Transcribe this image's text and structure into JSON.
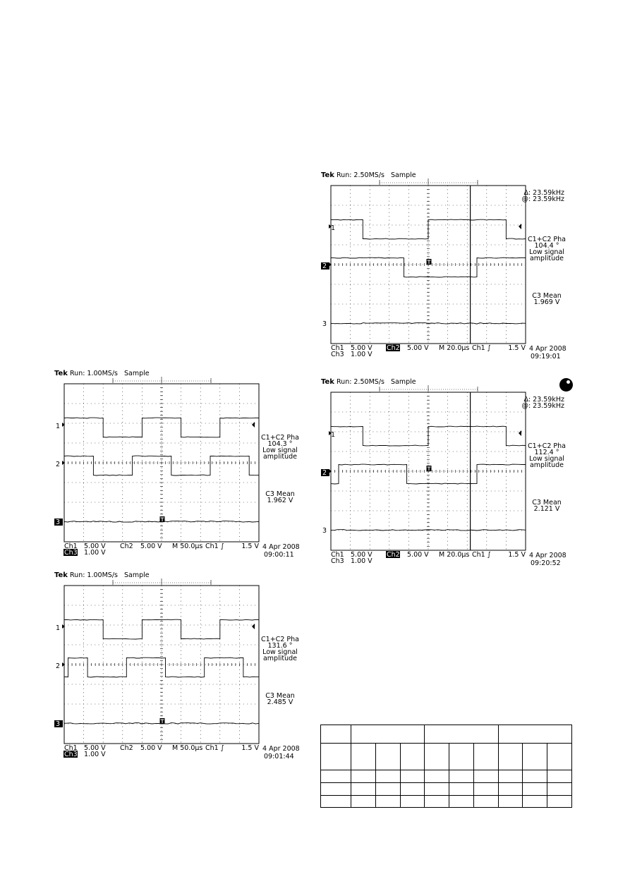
{
  "scopes": [
    {
      "id": "scope-09-19-01",
      "header": {
        "brand": "Tek",
        "run": "Run: 2.50MS/s",
        "mode": "Sample"
      },
      "trace1": [
        [
          0,
          0.35
        ],
        [
          0.164,
          0.35
        ],
        [
          0.164,
          -0.65
        ],
        [
          0.5,
          -0.65
        ],
        [
          0.5,
          0.35
        ],
        [
          0.9,
          0.35
        ],
        [
          0.9,
          -0.65
        ],
        [
          1,
          -0.65
        ]
      ],
      "trace2": [
        [
          0,
          0.35
        ],
        [
          0.375,
          0.35
        ],
        [
          0.375,
          -0.65
        ],
        [
          0.75,
          -0.65
        ],
        [
          0.75,
          0.35
        ],
        [
          1,
          0.35
        ]
      ],
      "trace3": [
        [
          0,
          -0.05
        ],
        [
          1,
          -0.05
        ]
      ],
      "side": {
        "l1": "Δ: 23.59kHz",
        "l2": "@: 23.59kHz",
        "l3": "C1+C2 Pha",
        "l4": "104.4 °",
        "l5": "Low signal",
        "l6": "amplitude",
        "l7": "C3 Mean",
        "l8": "1.969 V"
      },
      "footer": {
        "ch1": "Ch1",
        "ch1v": "5.00 V",
        "ch2": "Ch2",
        "ch2v": "5.00 V",
        "time": "M 20.0µs",
        "trig": "Ch1 ∫",
        "trigv": "1.5 V",
        "ch3": "Ch3",
        "ch3v": "1.00 V",
        "date": "4 Apr 2008",
        "clock": "09:19:01"
      },
      "ch2_inverted": true,
      "ch3_inverted": false,
      "markers": {
        "m1": "1",
        "m2": "2",
        "m3": "3"
      }
    },
    {
      "id": "scope-09-00-11",
      "header": {
        "brand": "Tek",
        "run": "Run: 1.00MS/s",
        "mode": "Sample"
      },
      "trace1": [
        [
          0,
          0.35
        ],
        [
          0.2,
          0.35
        ],
        [
          0.2,
          -0.65
        ],
        [
          0.4,
          -0.65
        ],
        [
          0.4,
          0.35
        ],
        [
          0.6,
          0.35
        ],
        [
          0.6,
          -0.65
        ],
        [
          0.8,
          -0.65
        ],
        [
          0.8,
          0.35
        ],
        [
          1,
          0.35
        ]
      ],
      "trace2": [
        [
          0,
          0.35
        ],
        [
          0.15,
          0.35
        ],
        [
          0.15,
          -0.65
        ],
        [
          0.35,
          -0.65
        ],
        [
          0.35,
          0.35
        ],
        [
          0.55,
          0.35
        ],
        [
          0.55,
          -0.65
        ],
        [
          0.75,
          -0.65
        ],
        [
          0.75,
          0.35
        ],
        [
          0.95,
          0.35
        ],
        [
          0.95,
          -0.65
        ],
        [
          1,
          -0.65
        ]
      ],
      "trace3": [
        [
          0,
          -0.05
        ],
        [
          1,
          -0.05
        ]
      ],
      "side": {
        "l1": "",
        "l2": "",
        "l3": "C1+C2 Pha",
        "l4": "104.3 °",
        "l5": "Low signal",
        "l6": "amplitude",
        "l7": "C3 Mean",
        "l8": "1.962 V"
      },
      "footer": {
        "ch1": "Ch1",
        "ch1v": "5.00 V",
        "ch2": "Ch2",
        "ch2v": "5.00 V",
        "time": "M 50.0µs",
        "trig": "Ch1 ∫",
        "trigv": "1.5 V",
        "ch3": "Ch3",
        "ch3v": "1.00 V",
        "date": "4 Apr 2008",
        "clock": "09:00:11"
      },
      "ch2_inverted": false,
      "ch3_inverted": true,
      "markers": {
        "m1": "1",
        "m2": "2",
        "m3": "3"
      }
    },
    {
      "id": "scope-09-20-52",
      "header": {
        "brand": "Tek",
        "run": "Run: 2.50MS/s",
        "mode": "Sample"
      },
      "trace1": [
        [
          0,
          0.35
        ],
        [
          0.164,
          0.35
        ],
        [
          0.164,
          -0.65
        ],
        [
          0.5,
          -0.65
        ],
        [
          0.5,
          0.35
        ],
        [
          0.9,
          0.35
        ],
        [
          0.9,
          -0.65
        ],
        [
          1,
          -0.65
        ]
      ],
      "trace2": [
        [
          0,
          -0.65
        ],
        [
          0.04,
          -0.65
        ],
        [
          0.04,
          0.35
        ],
        [
          0.39,
          0.35
        ],
        [
          0.39,
          -0.65
        ],
        [
          0.75,
          -0.65
        ],
        [
          0.75,
          0.35
        ],
        [
          1,
          0.35
        ]
      ],
      "trace3": [
        [
          0,
          -0.05
        ],
        [
          1,
          -0.05
        ]
      ],
      "side": {
        "l1": "Δ: 23.59kHz",
        "l2": "@: 23.59kHz",
        "l3": "C1+C2 Pha",
        "l4": "112.4 °",
        "l5": "Low signal",
        "l6": "amplitude",
        "l7": "C3 Mean",
        "l8": "2.121 V"
      },
      "footer": {
        "ch1": "Ch1",
        "ch1v": "5.00 V",
        "ch2": "Ch2",
        "ch2v": "5.00 V",
        "time": "M 20.0µs",
        "trig": "Ch1 ∫",
        "trigv": "1.5 V",
        "ch3": "Ch3",
        "ch3v": "1.00 V",
        "date": "4 Apr 2008",
        "clock": "09:20:52"
      },
      "ch2_inverted": true,
      "ch3_inverted": false,
      "markers": {
        "m1": "1",
        "m2": "2",
        "m3": "3"
      }
    },
    {
      "id": "scope-09-01-44",
      "header": {
        "brand": "Tek",
        "run": "Run: 1.00MS/s",
        "mode": "Sample"
      },
      "trace1": [
        [
          0,
          0.35
        ],
        [
          0.2,
          0.35
        ],
        [
          0.2,
          -0.65
        ],
        [
          0.4,
          -0.65
        ],
        [
          0.4,
          0.35
        ],
        [
          0.6,
          0.35
        ],
        [
          0.6,
          -0.65
        ],
        [
          0.8,
          -0.65
        ],
        [
          0.8,
          0.35
        ],
        [
          1,
          0.35
        ]
      ],
      "trace2": [
        [
          0,
          -0.65
        ],
        [
          0.02,
          -0.65
        ],
        [
          0.02,
          0.35
        ],
        [
          0.12,
          0.35
        ],
        [
          0.12,
          -0.65
        ],
        [
          0.32,
          -0.65
        ],
        [
          0.32,
          0.35
        ],
        [
          0.52,
          0.35
        ],
        [
          0.52,
          -0.65
        ],
        [
          0.72,
          -0.65
        ],
        [
          0.72,
          0.35
        ],
        [
          0.92,
          0.35
        ],
        [
          0.92,
          -0.65
        ],
        [
          1,
          -0.65
        ]
      ],
      "trace3": [
        [
          0,
          -0.05
        ],
        [
          1,
          -0.05
        ]
      ],
      "side": {
        "l1": "",
        "l2": "",
        "l3": "C1+C2 Pha",
        "l4": "131.6 °",
        "l5": "Low signal",
        "l6": "amplitude",
        "l7": "C3 Mean",
        "l8": "2.485 V"
      },
      "footer": {
        "ch1": "Ch1",
        "ch1v": "5.00 V",
        "ch2": "Ch2",
        "ch2v": "5.00 V",
        "time": "M 50.0µs",
        "trig": "Ch1 ∫",
        "trigv": "1.5 V",
        "ch3": "Ch3",
        "ch3v": "1.00 V",
        "date": "4 Apr 2008",
        "clock": "09:01:44"
      },
      "ch2_inverted": false,
      "ch3_inverted": true,
      "markers": {
        "m1": "1",
        "m2": "2",
        "m3": "3"
      }
    }
  ]
}
